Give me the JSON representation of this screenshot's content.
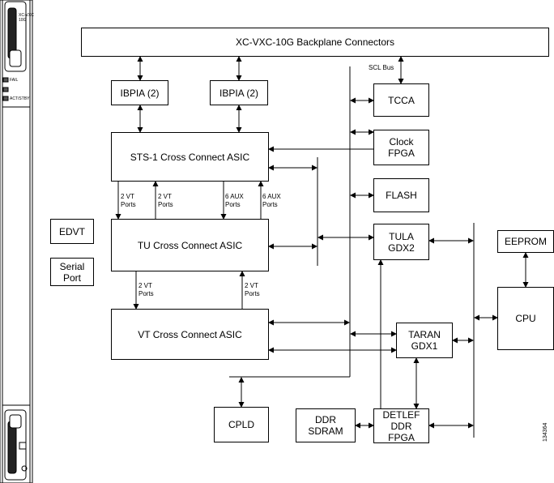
{
  "diagram": {
    "blocks": {
      "backplane": "XC-VXC-10G Backplane Connectors",
      "ibpia_left": "IBPIA (2)",
      "ibpia_right": "IBPIA (2)",
      "sts1": "STS-1 Cross Connect ASIC",
      "tu": "TU Cross Connect ASIC",
      "vt": "VT Cross Connect ASIC",
      "edvt": "EDVT",
      "serial_port": "Serial\nPort",
      "tcca": "TCCA",
      "clock_fpga": "Clock\nFPGA",
      "flash": "FLASH",
      "tula": "TULA\nGDX2",
      "eeprom": "EEPROM",
      "cpu": "CPU",
      "taran": "TARAN\nGDX1",
      "cpld": "CPLD",
      "ddr_sdram": "DDR\nSDRAM",
      "detlef": "DETLEF\nDDR\nFPGA"
    },
    "labels": {
      "scl_bus": "SCL Bus",
      "sts_tu_1": "2 VT\nPorts",
      "sts_tu_2": "2 VT\nPorts",
      "sts_tu_3": "6 AUX\nPorts",
      "sts_tu_4": "6 AUX\nPorts",
      "tu_vt_1": "2 VT\nPorts",
      "tu_vt_2": "2 VT\nPorts"
    },
    "card_faceplate": {
      "fail_led": "FAIL",
      "act_led": "ACT/STBY",
      "top_label": "XC-VXC\n10G"
    },
    "figure_id": "134364"
  }
}
